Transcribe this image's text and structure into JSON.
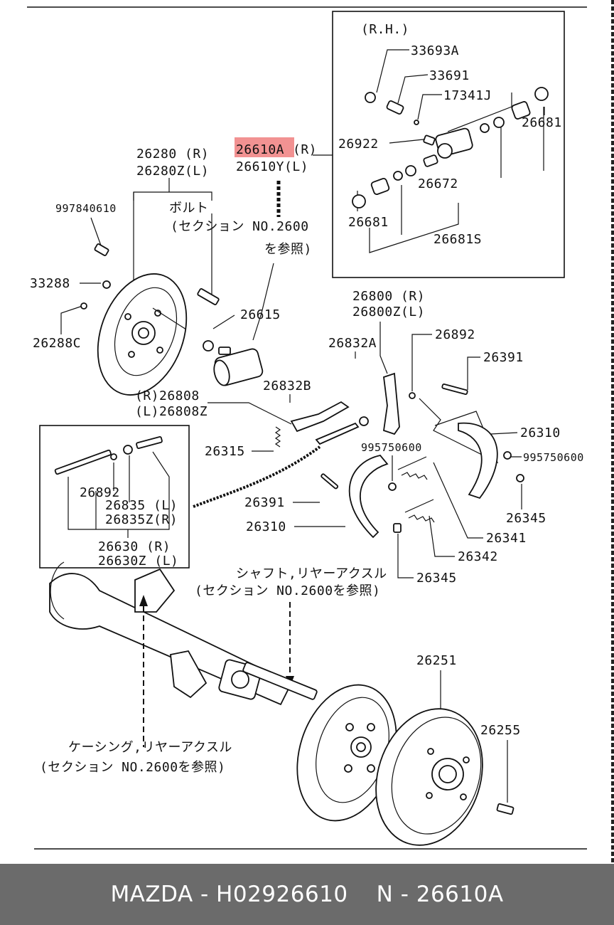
{
  "diagram": {
    "highlight_part": "26610A",
    "rh_box": {
      "title": "(R.H.)",
      "parts": [
        "33693A",
        "33691",
        "17341J",
        "26681",
        "26922",
        "26672",
        "26681",
        "26681S"
      ]
    },
    "labels": {
      "p26280_r": "26280 (R)",
      "p26280_l": "26280Z(L)",
      "p997840610": "997840610",
      "bolt_note_1": "ボルト",
      "bolt_note_2": "(セクション NO.2600",
      "bolt_note_3": "を参照)",
      "p33288": "33288",
      "p26288c": "26288C",
      "p26610a": "26610A",
      "p26610a_side": "(R)",
      "p26610y": "26610Y(L)",
      "p26615": "26615",
      "p26800_r": "26800 (R)",
      "p26800_l": "26800Z(L)",
      "p26832a": "26832A",
      "p26892_top": "26892",
      "p26391_top": "26391",
      "p26310_top": "26310",
      "p995750600_r": "995750600",
      "p26832b": "26832B",
      "p26808_r": "(R)26808",
      "p26808_l": "(L)26808Z",
      "p26315": "26315",
      "p995750600_l": "995750600",
      "p26391_mid": "26391",
      "p26310_mid": "26310",
      "p26345_r": "26345",
      "p26341": "26341",
      "p26342": "26342",
      "p26345_b": "26345",
      "box_26892": "26892",
      "box_26835_l": "26835 (L)",
      "box_26835_r": "26835Z(R)",
      "box_26630_r": "26630 (R)",
      "box_26630_l": "26630Z (L)",
      "shaft_note_1": "シャフト,リヤーアクスル",
      "shaft_note_2": "(セクション NO.2600を参照)",
      "p26251": "26251",
      "p26255": "26255",
      "casing_note_1": "ケーシング,リヤーアクスル",
      "casing_note_2": "(セクション NO.2600を参照)"
    }
  },
  "footer": {
    "brand_part": "MAZDA - H02926610",
    "ref_part": "N - 26610A"
  }
}
